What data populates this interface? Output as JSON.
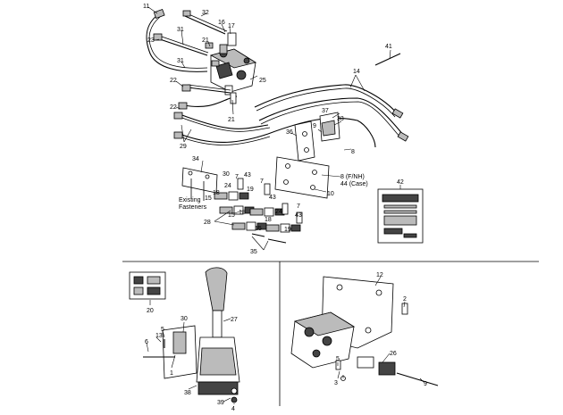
{
  "callouts": {
    "c11": "11",
    "c32": "32",
    "c16": "16",
    "c17": "17",
    "c23": "23",
    "c31a": "31",
    "c21a": "21",
    "c31b": "31",
    "c22a": "22",
    "c25": "25",
    "c21b": "21",
    "c22b": "22",
    "c29": "29",
    "c41": "41",
    "c14": "14",
    "c37": "37",
    "c33": "33",
    "c36": "36",
    "c9": "9",
    "c8a": "8",
    "c8label": "8 (F/NH)",
    "c44label": "44 (Case)",
    "c10": "10",
    "c34": "34",
    "c30a": "30",
    "c43a": "43",
    "c7a": "7",
    "c24a": "24",
    "c18a": "18",
    "c15a": "15",
    "c19a": "19",
    "c43b": "43",
    "c7b": "7",
    "c18b": "18",
    "c15b": "15",
    "c28": "28",
    "c24b": "24",
    "c19b": "19",
    "c43c": "43",
    "c15c": "15",
    "c18c": "18",
    "c35": "35",
    "c42": "42",
    "c7c": "7",
    "c20": "20",
    "c30b": "30",
    "c27": "27",
    "c5a": "5",
    "c13": "13",
    "c6": "6",
    "c1": "1",
    "c38": "38",
    "c39": "39",
    "c4": "4",
    "c12": "12",
    "c2": "2",
    "c26": "26",
    "c5b": "5",
    "c3": "3",
    "c9b": "9"
  },
  "existing_fasteners": [
    "Existing",
    "Fasteners"
  ]
}
